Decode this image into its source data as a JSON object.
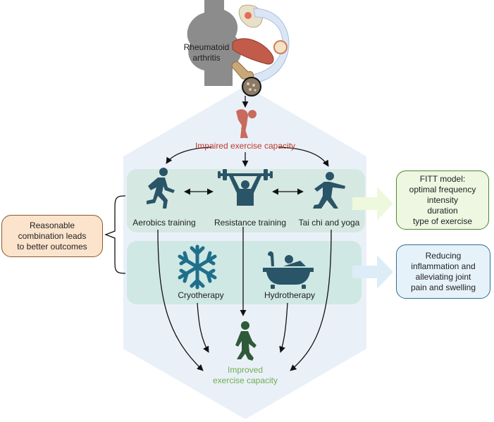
{
  "labels": {
    "rheumatoid_line1": "Rheumatoid",
    "rheumatoid_line2": "arthritis",
    "impaired": "Impaired  exercise capacity",
    "aerobics": "Aerobics training",
    "resistance": "Resistance training",
    "taichi": "Tai chi and yoga",
    "cryotherapy": "Cryotherapy",
    "hydrotherapy": "Hydrotherapy",
    "improved_line1": "Improved",
    "improved_line2": "exercise capacity"
  },
  "fitt_box": {
    "lines": [
      "FITT model:",
      "optimal frequency",
      "intensity",
      "duration",
      "type of exercise"
    ]
  },
  "combination_box": {
    "lines": [
      "Reasonable",
      "combination leads",
      "to better outcomes"
    ]
  },
  "reducing_box": {
    "lines": [
      "Reducing",
      "inflammation and",
      "alleviating joint",
      "pain and swelling"
    ]
  },
  "colors": {
    "hexagon": "#eaf0f8",
    "top_band": "#d5e8e1",
    "bottom_band": "#cfe8e4",
    "icon_teal": "#2a5467",
    "icon_red": "#c86a5e",
    "icon_green": "#2e5a3a",
    "impaired_text": "#c0392b",
    "improved_text": "#6fae52",
    "fitt_fill": "#eef7e2",
    "fitt_border": "#4a8a2a",
    "combo_fill": "#fbe3cc",
    "combo_border": "#8a5a2e",
    "reducing_fill": "#e6f2fa",
    "reducing_border": "#2e6f8e"
  },
  "icons": [
    "knee-joint-icon",
    "muscle-icon",
    "bone-icon",
    "fatigued-person-icon",
    "runner-icon",
    "weightlifter-icon",
    "tai-chi-icon",
    "snowflake-icon",
    "bathtub-icon",
    "walking-person-icon"
  ]
}
